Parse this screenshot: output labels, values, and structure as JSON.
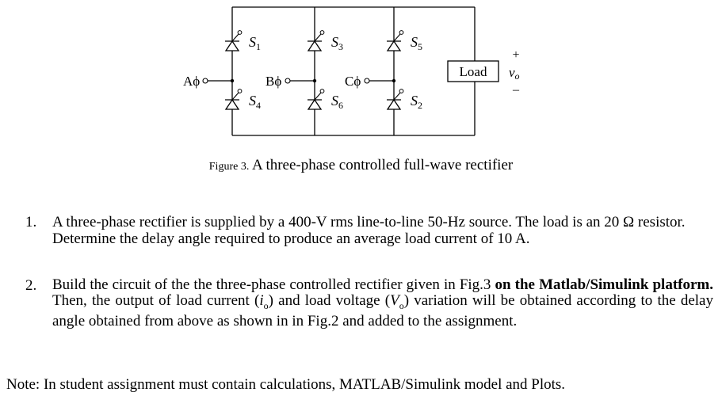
{
  "circuit": {
    "phase_labels": [
      "Aϕ",
      "Bϕ",
      "Cϕ"
    ],
    "switches_top": [
      "S1",
      "S3",
      "S5"
    ],
    "switches_bottom": [
      "S4",
      "S6",
      "S2"
    ],
    "load_label": "Load",
    "vo_plus": "+",
    "vo_minus": "–",
    "vo_symbol": "v",
    "vo_subscript": "o"
  },
  "caption": {
    "prefix": "Figure 3.",
    "text": "A three-phase controlled full-wave rectifier"
  },
  "questions": [
    {
      "number": "1.",
      "text": "A three-phase rectifier is supplied by a 400-V rms line-to-line 50-Hz source. The load is an 20 Ω resistor. Determine the delay angle required to produce an average load current of 10 A."
    },
    {
      "number": "2.",
      "part1": "Build the circuit of the the three-phase controlled rectifier given in Fig.3",
      "bold": "on the Matlab/Simulink platform.",
      "part2": "Then, the output of load current (",
      "io": "i",
      "io_sub": "o",
      "part3": ") and load voltage (",
      "vo": "V",
      "vo_sub": "o",
      "part4": ") variation will be obtained according to the delay angle obtained from above as shown in in Fig.2 and added to the assignment."
    }
  ],
  "note": "Note: In student assignment must contain calculations, MATLAB/Simulink model and Plots."
}
